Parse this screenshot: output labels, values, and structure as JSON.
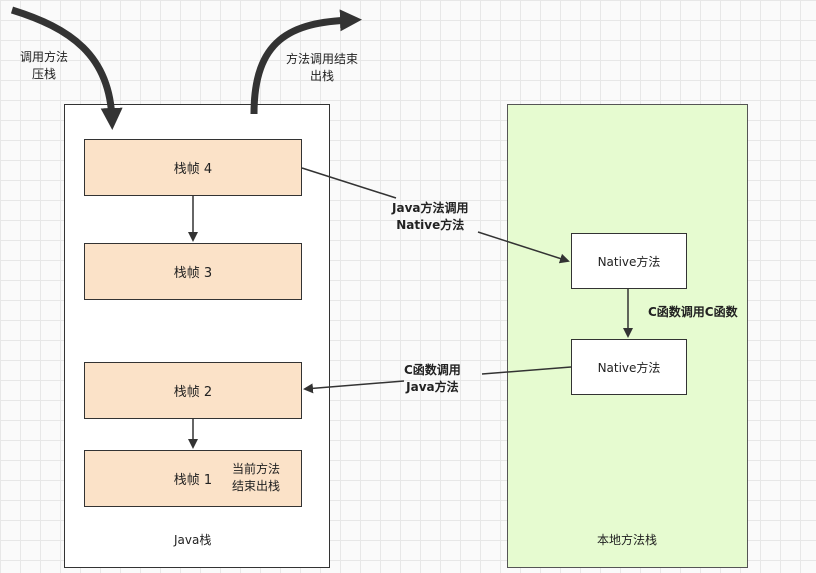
{
  "java_stack": {
    "label": "Java栈",
    "frames": [
      "栈帧 4",
      "栈帧 3",
      "栈帧 2",
      "栈帧 1"
    ],
    "frame1_note": [
      "当前方法",
      "结束出栈"
    ]
  },
  "native_stack": {
    "label": "本地方法栈",
    "boxes": [
      "Native方法",
      "Native方法"
    ]
  },
  "annotations": {
    "push": [
      "调用方法",
      "压栈"
    ],
    "pop": [
      "方法调用结束",
      "出栈"
    ],
    "java_to_native": [
      "Java方法调用",
      "Native方法"
    ],
    "c_calls_c": "C函数调用C函数",
    "c_to_java": [
      "C函数调用",
      "Java方法"
    ]
  },
  "colors": {
    "frame_fill": "#fbe2c8",
    "native_panel_fill": "#e6fbd0",
    "line": "#333333"
  }
}
